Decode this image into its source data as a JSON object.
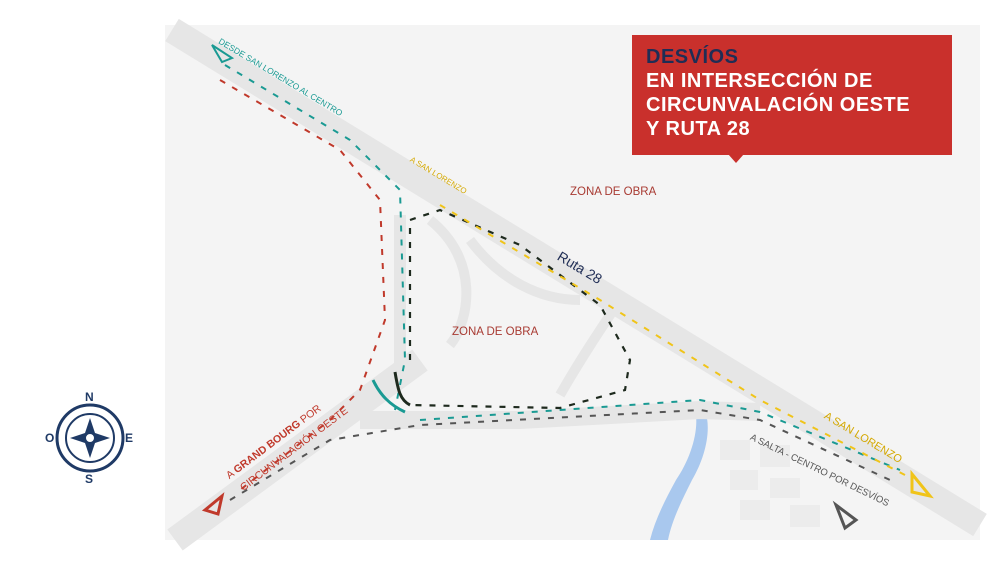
{
  "title": {
    "line1": "DESVÍOS",
    "line2": "EN INTERSECCIÓN DE",
    "line3": "CIRCUNVALACIÓN OESTE",
    "line4": "Y RUTA 28"
  },
  "labels": {
    "zona_obra_1": "ZONA DE OBRA",
    "zona_obra_2": "ZONA DE OBRA",
    "ruta": "Ruta 28",
    "desde_san_lorenzo": "DESDE SAN LORENZO AL CENTRO",
    "a_san_lorenzo_small": "A SAN LORENZO",
    "a_san_lorenzo_big": "A SAN LORENZO",
    "a_salta": "A SALTA - CENTRO POR DESVÍOS",
    "grand_bourg_prefix": "A ",
    "grand_bourg_bold": "GRAND BOURG",
    "grand_bourg_suffix": " POR",
    "circunvalacion": "CIRCUNVALACIÓN OESTE"
  },
  "compass": {
    "n": "N",
    "s": "S",
    "e": "E",
    "o": "O"
  },
  "colors": {
    "title_bg": "#c9302c",
    "title_first_line": "#1f2d55",
    "teal": "#1a9a93",
    "red": "#c0392b",
    "yellow": "#f0c419",
    "dark_green": "#1e2a1e",
    "gray": "#555555",
    "road": "#ececec",
    "water": "#a9c8ee",
    "compass": "#1f3a66"
  },
  "icons": [
    "compass-rose-icon",
    "arrow-icon"
  ]
}
